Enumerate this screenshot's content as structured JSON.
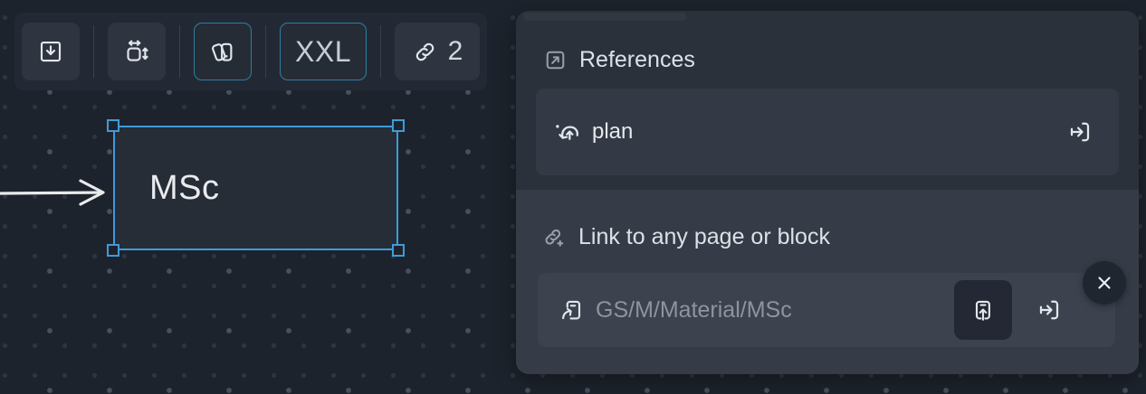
{
  "toolbar": {
    "buttons": [
      {
        "name": "insert-into-frame",
        "icon": "frame-arrow-down-icon"
      },
      {
        "name": "auto-resize",
        "icon": "resize-arrows-icon"
      },
      {
        "name": "style",
        "icon": "swatches-icon",
        "active": true
      },
      {
        "name": "font-size",
        "label": "XXL",
        "active": true
      },
      {
        "name": "links",
        "icon": "link-icon",
        "count": "2"
      }
    ],
    "size_label": "XXL",
    "link_count": "2"
  },
  "canvas": {
    "shape_label": "MSc"
  },
  "panel": {
    "references": {
      "title": "References",
      "icon": "arrow-out-box-icon",
      "items": [
        {
          "label": "plan",
          "icon": "loop-arrow-icon",
          "action_icon": "enter-icon"
        }
      ]
    },
    "link": {
      "title": "Link to any page or block",
      "icon": "link-plus-icon",
      "placeholder": "GS/M/Material/MSc",
      "input_icon": "page-arrow-in-icon",
      "buttons": [
        {
          "name": "insert-into-page",
          "icon": "page-arrow-up-icon"
        },
        {
          "name": "open",
          "icon": "enter-icon"
        }
      ]
    },
    "close_icon": "close-icon"
  },
  "colors": {
    "selection_blue": "#3f9bd9",
    "active_teal": "#2d7f9f",
    "canvas_bg": "#1d232c",
    "panel_top_bg": "#2a313b",
    "panel_bottom_bg": "#353c47",
    "arrow_white": "#e8eaec"
  }
}
